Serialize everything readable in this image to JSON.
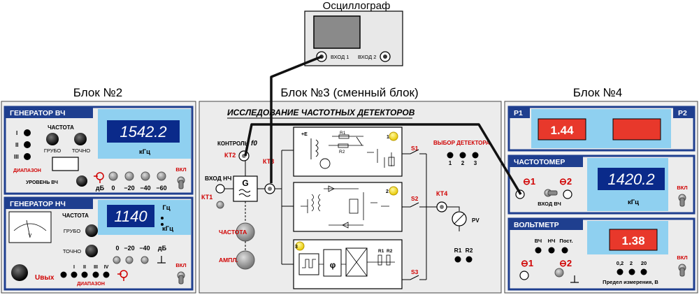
{
  "oscilloscope": {
    "title": "Осциллограф",
    "input1": "ВХОД 1",
    "input2": "ВХОД 2"
  },
  "block2": {
    "heading": "Блок №2",
    "gen_hf": {
      "title": "ГЕНЕРАТОР ВЧ",
      "frequency": "ЧАСТОТА",
      "coarse": "ГРУБО",
      "fine": "ТОЧНО",
      "range": "ДИАПАЗОН",
      "level": "УРОВЕНЬ ВЧ",
      "db": "дБ",
      "att": [
        "0",
        "−20",
        "−40",
        "−60"
      ],
      "on": "ВКЛ",
      "display": "1542.2",
      "unit": "кГц",
      "roman": [
        "I",
        "II",
        "III"
      ]
    },
    "gen_lf": {
      "title": "ГЕНЕРАТОР НЧ",
      "frequency": "ЧАСТОТА",
      "coarse": "ГРУБО",
      "fine": "ТОЧНО",
      "display": "1140",
      "unit_hz": "Гц",
      "unit_khz": "кГц",
      "att": [
        "0",
        "−20",
        "−40"
      ],
      "db": "дБ",
      "range": "ДИАПАЗОН",
      "uout": "Uвых",
      "on": "ВКЛ",
      "meter_v": "V",
      "roman": [
        "I",
        "II",
        "III",
        "IV"
      ]
    }
  },
  "block3": {
    "heading": "Блок №3 (сменный блок)",
    "title": "ИССЛЕДОВАНИЕ ЧАСТОТНЫХ ДЕТЕКТОРОВ",
    "control": "КОНТРОЛЬ",
    "f0": "f0",
    "kt2": "КТ2",
    "kt3": "КТ3",
    "input_lf": "ВХОД НЧ",
    "kt1": "КТ1",
    "g": "G",
    "frequency": "ЧАСТОТА",
    "ampl": "АМПЛ.",
    "plus_e": "+E",
    "r1": "R1",
    "r2": "R2",
    "n1": "1",
    "n2": "2",
    "n3": "3",
    "s1": "S1",
    "s2": "S2",
    "s3": "S3",
    "detector_select": "ВЫБОР ДЕТЕКТОРА",
    "det_nums": [
      "1",
      "2",
      "3"
    ],
    "kt4": "КТ4",
    "pv": "PV",
    "phi": "φ"
  },
  "block4": {
    "heading": "Блок №4",
    "p1": "P1",
    "p2": "P2",
    "p1_display": "1.44",
    "freq_title": "ЧАСТОТОМЕР",
    "in1": "⊖1",
    "in2": "⊖2",
    "input_hf": "ВХОД ВЧ",
    "freq_display": "1420.2",
    "freq_unit": "кГц",
    "on": "ВКЛ",
    "volt_title": "ВОЛЬТМЕТР",
    "modes": [
      "ВЧ",
      "НЧ",
      "Пост."
    ],
    "volt_display": "1.38",
    "ranges": [
      "0,2",
      "2",
      "20"
    ],
    "limit": "Предел измерения, В"
  },
  "colors": {
    "panel": "#ececec",
    "header": "#1f3f8f",
    "lcd_bg": "#8fd0f0",
    "blue_lcd": "#0a2a8a",
    "red_lcd": "#e8382b"
  }
}
